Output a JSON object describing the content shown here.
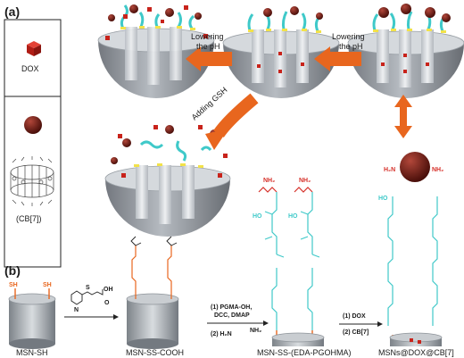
{
  "panel_a": {
    "label": "(a)",
    "legend": {
      "dox_label": "DOX",
      "cb7_label": "(CB[7])"
    },
    "arrows": {
      "lower_ph_1": [
        "Lowering",
        "the pH"
      ],
      "lower_ph_2": [
        "Lowering",
        "the pH"
      ],
      "add_gsh": "Adding GSH"
    },
    "chem": {
      "nh2": "NH₂",
      "h2n": "H₂N",
      "ho": "HO",
      "o": "O"
    }
  },
  "panel_b": {
    "label": "(b)",
    "mat1": "MSN-SH",
    "sh": "SH",
    "reagent_oh": "OH",
    "reagent_o": "O",
    "reagent_s": "S",
    "reagent_n": "N",
    "mat2": "MSN-SS-COOH",
    "step2": [
      "(1) PGMA-OH,",
      "DCC, DMAP",
      "(2) H₂N",
      "NH₂"
    ],
    "mat3": "MSN-SS-(EDA-PGOHMA)",
    "step3": [
      "(1) DOX",
      "(2) CB[7]"
    ],
    "mat4": "MSNs@DOX@CB[7]"
  },
  "colors": {
    "orange_arrow": "#e8661e",
    "dox_red": "#c8231b",
    "cb7_dark_red": "#6b1a12",
    "cyan_chain": "#3fc9c9",
    "amine_red": "#d6312a",
    "yellow_link": "#f2e24a",
    "silica_gray": "#8e949a"
  }
}
